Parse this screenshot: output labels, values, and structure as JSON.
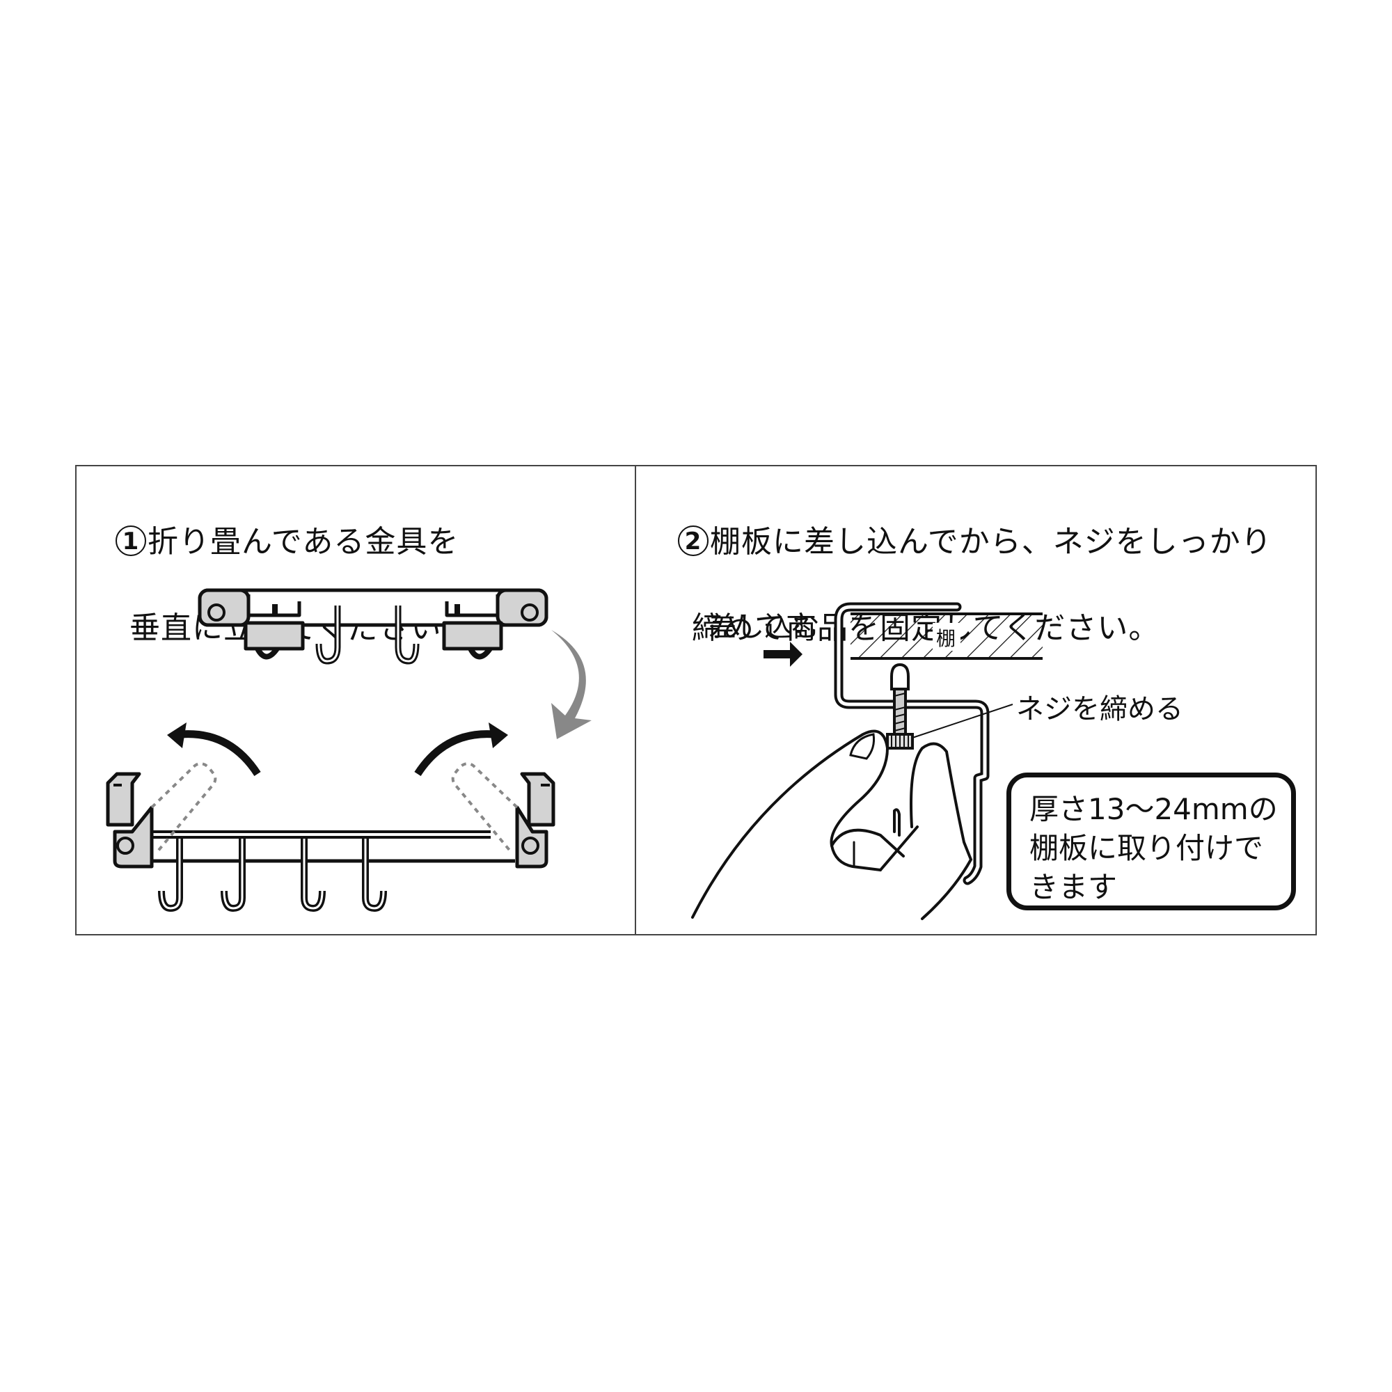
{
  "panels": [
    {
      "number": "1",
      "title_line1": "折り畳んである金具を",
      "title_line2": "垂直に立ててください。"
    },
    {
      "number": "2",
      "title_line1": "棚板に差し込んでから、ネジをしっかり",
      "title_line2": "締めて商品を固定してください。"
    }
  ],
  "labels": {
    "insert": "差し込む",
    "shelf": "棚",
    "tighten_screw": "ネジを締める"
  },
  "note": {
    "line1": "厚さ13〜24mmの",
    "line2": "棚板に取り付けで",
    "line3": "きます"
  },
  "colors": {
    "outline": "#111111",
    "metal_fill": "#d3d3d3",
    "fold_arrow": "#888888",
    "dashed_ghost": "#888888",
    "border": "#444444"
  }
}
